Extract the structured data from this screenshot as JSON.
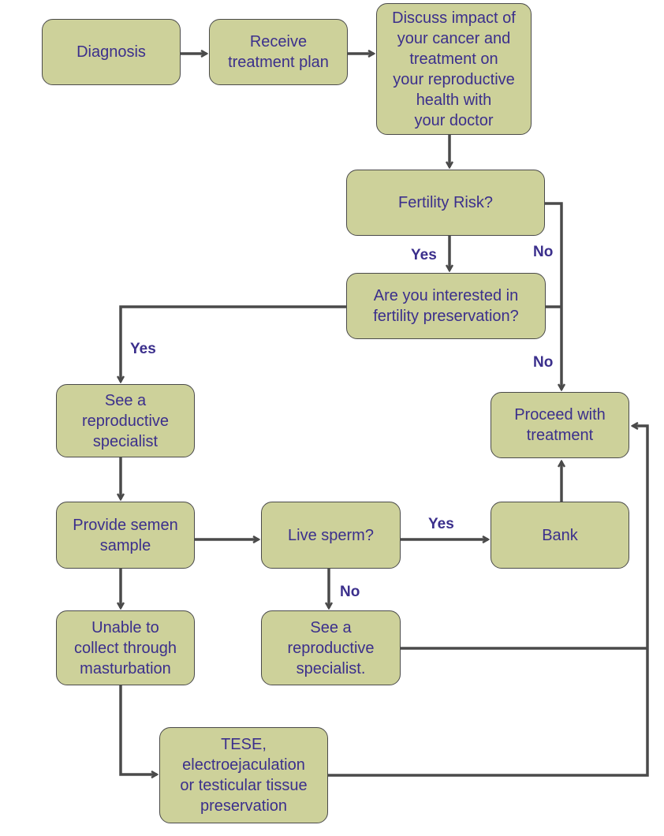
{
  "colors": {
    "node_fill": "#cdd19a",
    "node_border": "#4a4a4a",
    "text": "#3b2f8c",
    "connector": "#4a4a4a"
  },
  "nodes": {
    "diagnosis": "Diagnosis",
    "receive_plan": "Receive\ntreatment plan",
    "discuss_impact": "Discuss impact of\nyour cancer and\ntreatment on\nyour reproductive\nhealth with\nyour doctor",
    "fertility_risk": "Fertility Risk?",
    "interested": "Are you interested in\nfertility preservation?",
    "see_specialist": "See a\nreproductive\nspecialist",
    "proceed": "Proceed with\ntreatment",
    "provide_sample": "Provide semen\nsample",
    "live_sperm": "Live sperm?",
    "bank": "Bank",
    "unable": "Unable to\ncollect through\nmasturbation",
    "see_specialist_2": "See a\nreproductive\nspecialist.",
    "tese": "TESE,\nelectroejaculation\nor testicular tissue\npreservation"
  },
  "labels": {
    "risk_yes": "Yes",
    "risk_no": "No",
    "interested_yes": "Yes",
    "interested_no": "No",
    "sperm_yes": "Yes",
    "sperm_no": "No"
  }
}
